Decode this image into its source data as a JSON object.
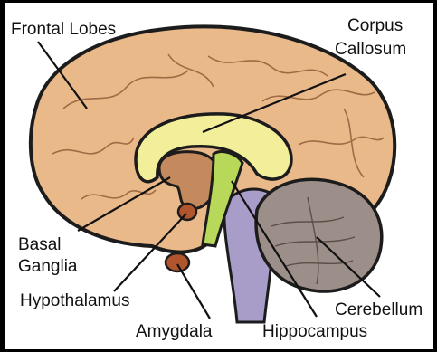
{
  "diagram": {
    "labels": {
      "frontal_lobes": "Frontal Lobes",
      "corpus_callosum_line1": "Corpus",
      "corpus_callosum_line2": "Callosum",
      "basal_ganglia_line1": "Basal",
      "basal_ganglia_line2": "Ganglia",
      "hypothalamus": "Hypothalamus",
      "amygdala": "Amygdala",
      "hippocampus": "Hippocampus",
      "cerebellum": "Cerebellum"
    },
    "colors": {
      "cortex": "#e9b98a",
      "cortex_shade": "#d49a6e",
      "corpus_callosum": "#f3ee9a",
      "hippocampus": "#b8d85a",
      "brainstem": "#a89cc8",
      "cerebellum": "#9c8e88",
      "basal_ganglia": "#c48a5e",
      "nucleus": "#b0552e"
    }
  }
}
